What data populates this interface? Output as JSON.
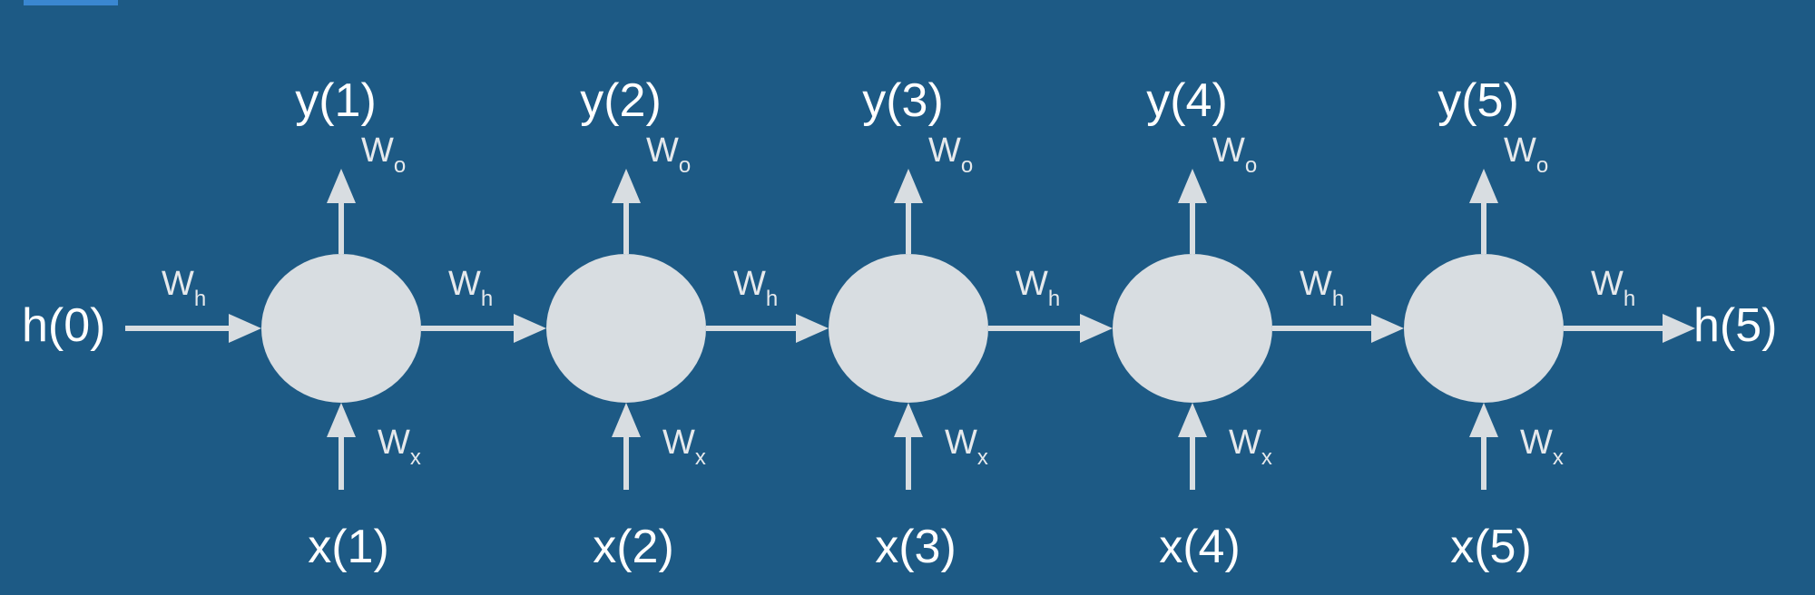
{
  "diagram": {
    "h_start": "h(0)",
    "h_end": "h(5)",
    "weights": {
      "symbol": "W",
      "hidden_sub": "h",
      "output_sub": "o",
      "input_sub": "x"
    },
    "steps": [
      {
        "y": "y(1)",
        "x": "x(1)"
      },
      {
        "y": "y(2)",
        "x": "x(2)"
      },
      {
        "y": "y(3)",
        "x": "x(3)"
      },
      {
        "y": "y(4)",
        "x": "x(4)"
      },
      {
        "y": "y(5)",
        "x": "x(5)"
      }
    ]
  },
  "colors": {
    "background": "#1d5a85",
    "node": "#d8dde1",
    "arrow": "#d8dde1",
    "text": "#ffffff"
  }
}
